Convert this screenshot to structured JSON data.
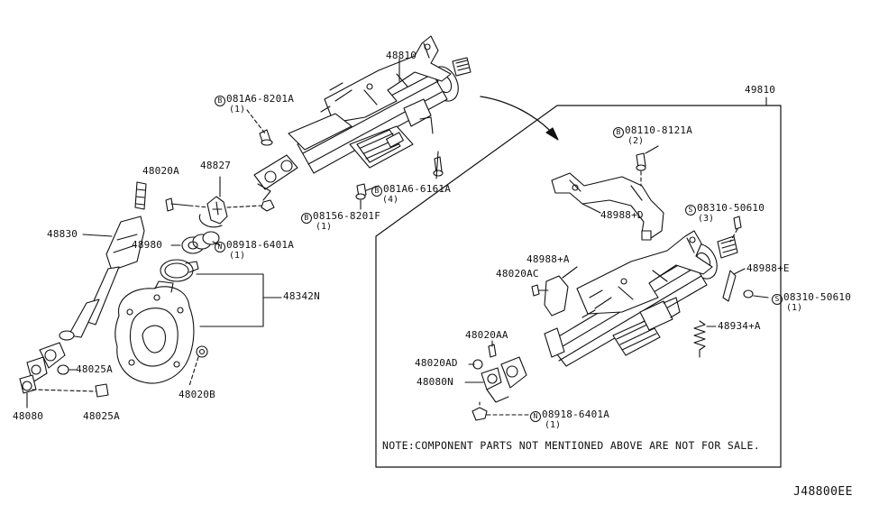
{
  "diagram": {
    "code": "J48800EE",
    "note": "NOTE:COMPONENT PARTS NOT MENTIONED ABOVE ARE NOT FOR SALE.",
    "labels": {
      "p48810": "48810",
      "p49810": "49810",
      "p48830": "48830",
      "p48020A": "48020A",
      "p48827": "48827",
      "p48980": "48980",
      "p48342N": "48342N",
      "p48025A_1": "48025A",
      "p48025A_2": "48025A",
      "p48080": "48080",
      "p48020B": "48020B",
      "b081A6_8201A": "081A6-8201A",
      "b081A6_8201A_qty": "(1)",
      "b081A6_6161A": "081A6-6161A",
      "b081A6_6161A_qty": "(4)",
      "b08156_8201F": "08156-8201F",
      "b08156_8201F_qty": "(1)",
      "n08918_6401A": "08918-6401A",
      "n08918_6401A_qty": "(1)",
      "b08110_8121A": "08110-8121A",
      "b08110_8121A_qty": "(2)",
      "s08310_50610_a": "08310-50610",
      "s08310_50610_a_qty": "(3)",
      "s08310_50610_b": "08310-50610",
      "s08310_50610_b_qty": "(1)",
      "p48988D": "48988+D",
      "p48988A": "48988+A",
      "p48020AC": "48020AC",
      "p48988E": "48988+E",
      "p48934A": "48934+A",
      "p48020AA": "48020AA",
      "p48020AD": "48020AD",
      "p48080N": "48080N",
      "n08918_6401A_r": "08918-6401A",
      "n08918_6401A_r_qty": "(1)"
    },
    "prefixes": {
      "bolt": "B",
      "nut": "N",
      "screw": "S"
    }
  }
}
